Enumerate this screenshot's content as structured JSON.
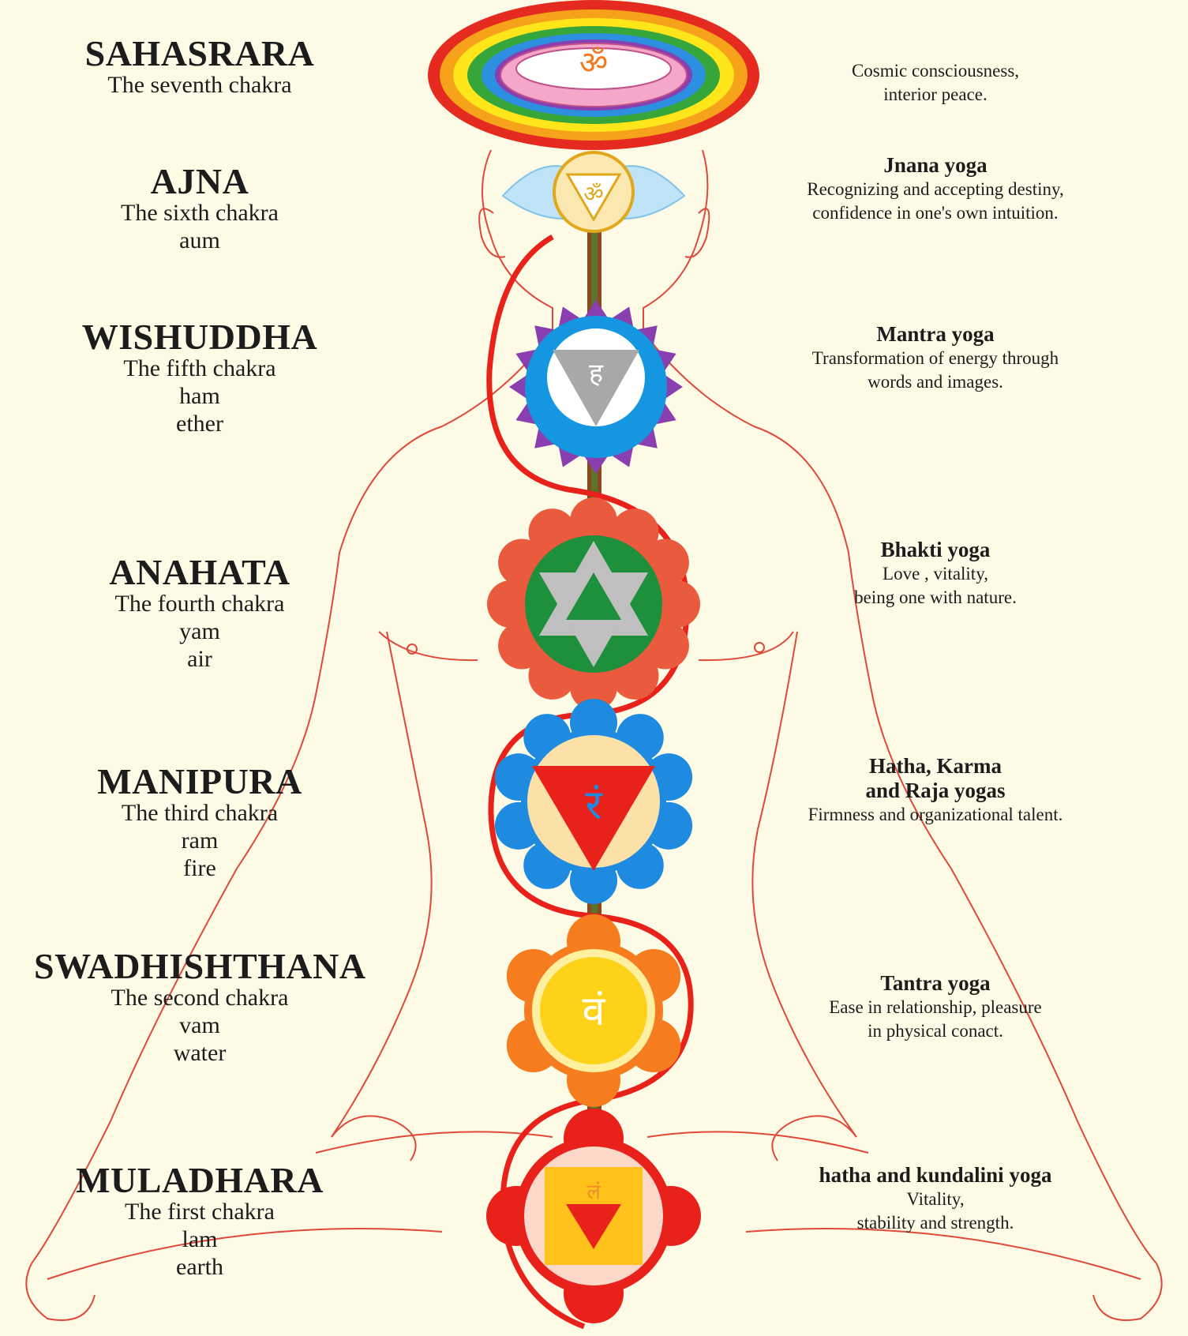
{
  "colors": {
    "background": "#fdfbe6",
    "body_outline": "#e0483a",
    "kundalini": "#e8221a",
    "spine": "#8a4a1e",
    "text": "#1c1c1c"
  },
  "chakras": [
    {
      "name": "SAHASRARA",
      "subtitle": "The seventh chakra",
      "mantra": "",
      "element": "",
      "yoga": "",
      "description": "Cosmic consciousness,\ninterior peace.",
      "symbol_icon": "thousand-petal-lotus-icon",
      "color": "#f4a7c8"
    },
    {
      "name": "AJNA",
      "subtitle": "The sixth chakra",
      "mantra": "aum",
      "element": "",
      "yoga": "Jnana yoga",
      "description": "Recognizing and accepting destiny,\nconfidence in one's own intuition.",
      "symbol_icon": "two-petal-eye-icon",
      "color": "#a6d8f0"
    },
    {
      "name": "WISHUDDHA",
      "subtitle": "The fifth chakra",
      "mantra": "ham",
      "element": "ether",
      "yoga": "Mantra yoga",
      "description": "Transformation of energy through\nwords and images.",
      "symbol_icon": "sixteen-petal-lotus-icon",
      "color": "#1596e0"
    },
    {
      "name": "ANAHATA",
      "subtitle": "The fourth chakra",
      "mantra": "yam",
      "element": "air",
      "yoga": "Bhakti yoga",
      "description": "Love , vitality,\nbeing one with nature.",
      "symbol_icon": "hexagram-lotus-icon",
      "color": "#1e8f3a"
    },
    {
      "name": "MANIPURA",
      "subtitle": "The third chakra",
      "mantra": "ram",
      "element": "fire",
      "yoga": "Hatha, Karma\nand Raja yogas",
      "description": "Firmness and organizational talent.",
      "symbol_icon": "ten-petal-triangle-icon",
      "color": "#1f8be0"
    },
    {
      "name": "SWADHISHTHANA",
      "subtitle": "The second chakra",
      "mantra": "vam",
      "element": "water",
      "yoga": "Tantra yoga",
      "description": "Ease in relationship, pleasure\nin physical conact.",
      "symbol_icon": "crescent-lotus-icon",
      "color": "#f57d1f"
    },
    {
      "name": "MULADHARA",
      "subtitle": "The first chakra",
      "mantra": "lam",
      "element": "earth",
      "yoga": "hatha and kundalini yoga",
      "description": "Vitality,\nstability and strength.",
      "symbol_icon": "square-triangle-lotus-icon",
      "color": "#e8221a"
    }
  ]
}
